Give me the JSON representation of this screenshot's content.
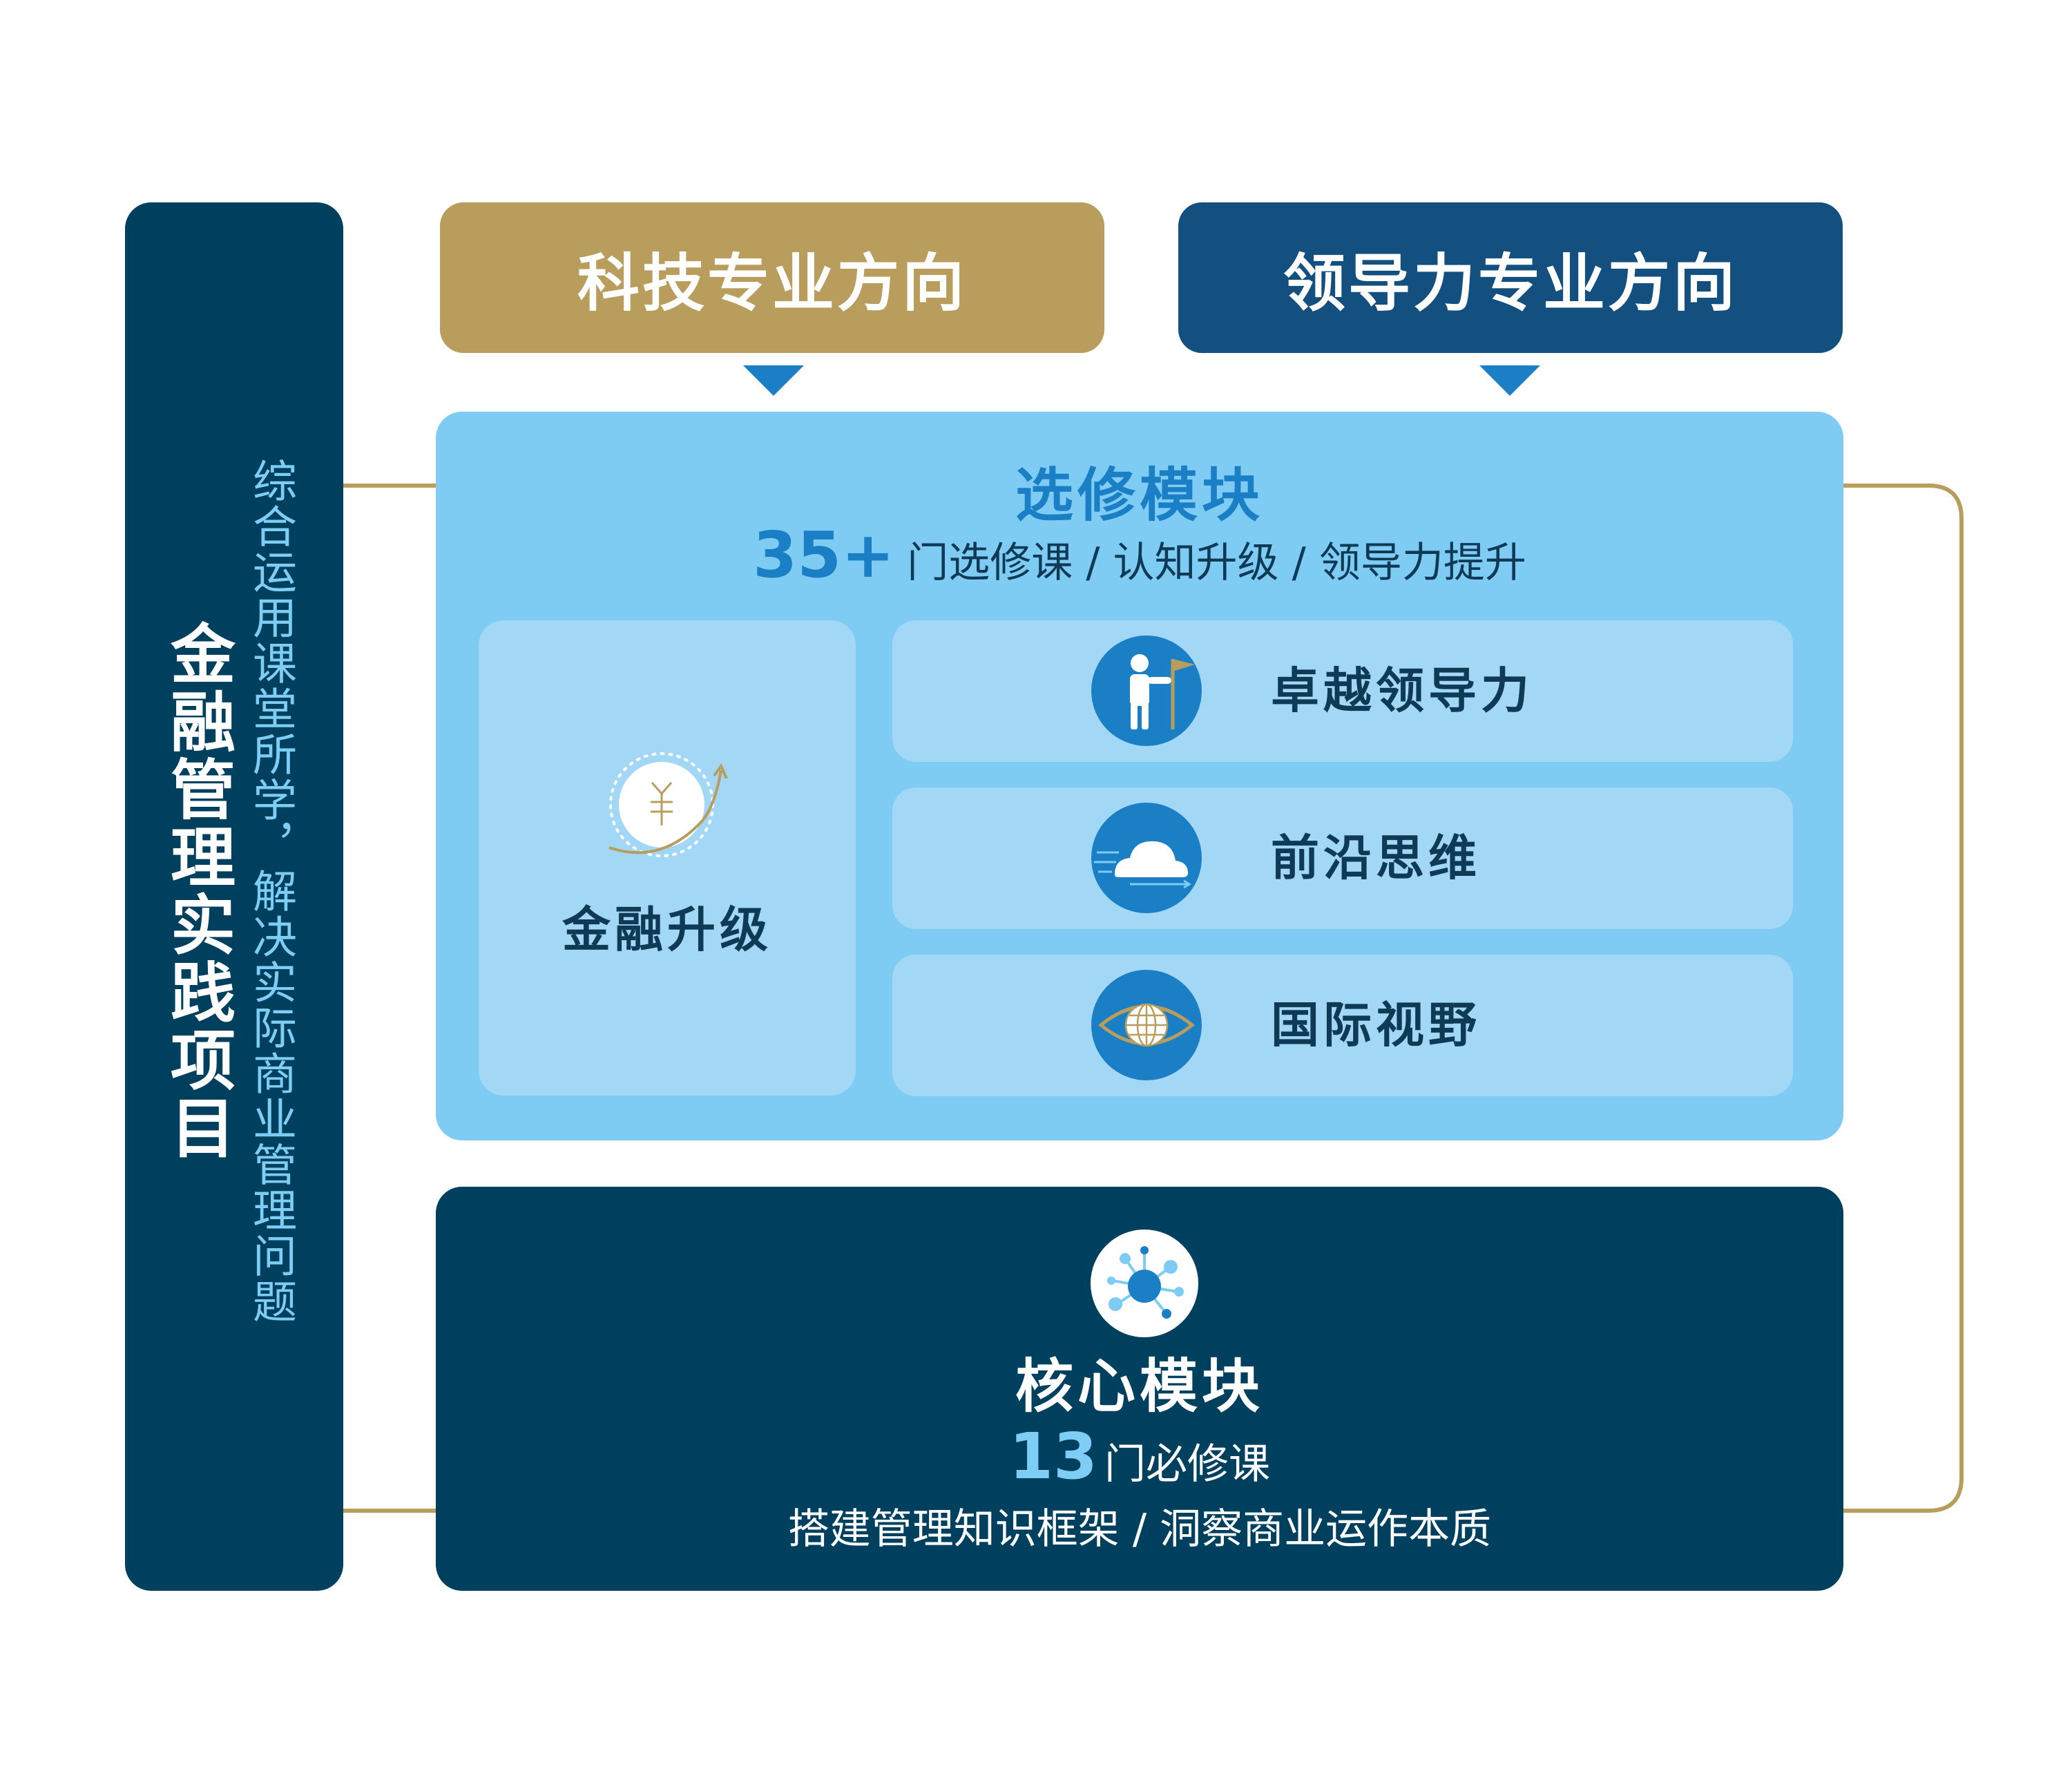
{
  "program": {
    "title": "金融管理实践项目",
    "subtitle": "综合运用课堂所学，解决实际商业管理问题"
  },
  "directions": [
    {
      "label": "科技专业方向",
      "color": "#b89d5c"
    },
    {
      "label": "领导力专业方向",
      "color": "#14507f"
    }
  ],
  "elective": {
    "title": "选修模块",
    "count": "35+",
    "description": "门选修课 / 认知升级 / 领导力提升",
    "finance": {
      "label": "金融升级",
      "icon": "yuan-growth-icon"
    },
    "skills": [
      {
        "label": "卓越领导力",
        "icon": "person-flag-icon"
      },
      {
        "label": "前沿思维",
        "icon": "cloud-icon"
      },
      {
        "label": "国际视野",
        "icon": "globe-eye-icon"
      }
    ]
  },
  "core": {
    "title": "核心模块",
    "count": "13",
    "count_suffix": "门必修课",
    "description": "搭建管理知识框架 / 洞察商业运作本质",
    "icon": "network-icon"
  },
  "colors": {
    "navy": "#00405f",
    "gold": "#b89d5c",
    "blue": "#1b7fc6",
    "light_blue": "#7ecbf3",
    "card_blue": "#a2d8f5"
  }
}
